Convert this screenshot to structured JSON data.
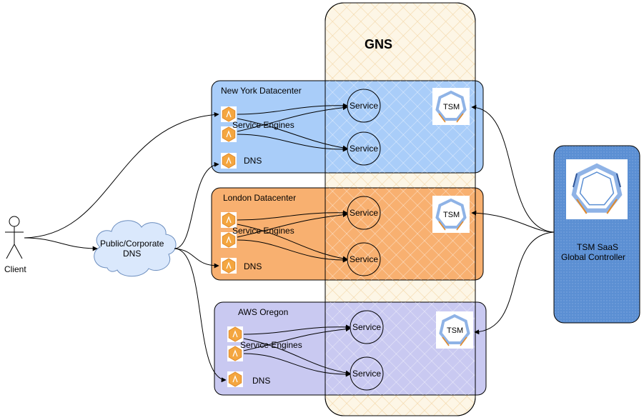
{
  "gns": {
    "label": "GNS"
  },
  "client": {
    "label": "Client"
  },
  "dns_cloud": {
    "label_line1": "Public/Corporate",
    "label_line2": "DNS"
  },
  "datacenters": [
    {
      "title": "New York Datacenter",
      "engines_label": "Service Engines",
      "dns_label": "DNS",
      "service1": "Service",
      "service2": "Service",
      "tsm": "TSM",
      "color": "#a9cdf9"
    },
    {
      "title": "London Datacenter",
      "engines_label": "Service Engines",
      "dns_label": "DNS",
      "service1": "Service",
      "service2": "Service",
      "tsm": "TSM",
      "color": "#f8b070"
    },
    {
      "title": "AWS Oregon",
      "engines_label": "Service Engines",
      "dns_label": "DNS",
      "service1": "Service",
      "service2": "Service",
      "tsm": "TSM",
      "color": "#c9c9f1"
    }
  ],
  "controller": {
    "line1": "TSM SaaS",
    "line2": "Global Controller",
    "color": "#5b8fd3"
  }
}
